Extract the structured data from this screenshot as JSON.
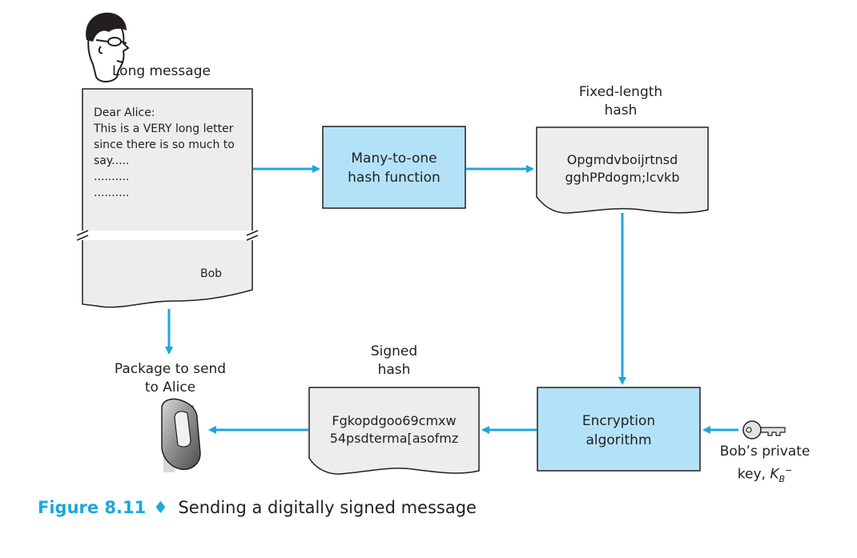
{
  "colors": {
    "arrow": "#1ba7dd",
    "box_fill": "#b3e2f8",
    "paper_fill": "#ededee",
    "caption_accent": "#1ba7dd"
  },
  "icons": {
    "person": "bob-head-icon",
    "key": "private-key-icon",
    "mailbox": "mailbox-icon"
  },
  "labels": {
    "long_message": "Long message",
    "fixed_hash_line1": "Fixed-length",
    "fixed_hash_line2": "hash",
    "signed_hash_line1": "Signed",
    "signed_hash_line2": "hash",
    "package_line1": "Package to send",
    "package_line2": "to Alice",
    "private_key_line1": "Bob’s private",
    "private_key_line2_prefix": "key, ",
    "private_key_symbol": "K",
    "private_key_subscript": "B",
    "private_key_superscript": "−"
  },
  "letter": {
    "lines": [
      "Dear Alice:",
      "This is a VERY long letter",
      "since there is so much to",
      "say.....",
      "..........",
      ".........."
    ],
    "signature": "Bob"
  },
  "hash_function": {
    "line1": "Many-to-one",
    "line2": "hash function"
  },
  "fixed_hash": {
    "line1": "Opgmdvboijrtnsd",
    "line2": "gghPPdogm;lcvkb"
  },
  "encryption": {
    "line1": "Encryption",
    "line2": "algorithm"
  },
  "signed_hash": {
    "line1": "Fgkopdgoo69cmxw",
    "line2": "54psdterma[asofmz"
  },
  "caption": {
    "figure": "Figure 8.11",
    "diamond": "♦",
    "text": "Sending a digitally signed message"
  }
}
